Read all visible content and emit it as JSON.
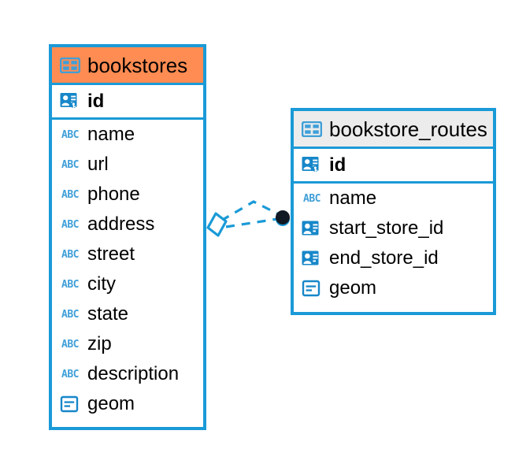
{
  "diagram": {
    "type": "entity-relationship-diagram",
    "background_color": "#ffffff",
    "accent_color": "#1a9ad7",
    "highlight_color": "#ff8c52",
    "header_color": "#ececec",
    "icon_color": "#3f9fd8",
    "abc_label": "ABC"
  },
  "entities": [
    {
      "name": "bookstores",
      "header_style": "highlighted",
      "header_icon": "table-icon",
      "columns": [
        {
          "label": "id",
          "icon": "primary-key-icon",
          "key": "primary"
        },
        {
          "label": "name",
          "icon": "text-abc-icon",
          "key": "none"
        },
        {
          "label": "url",
          "icon": "text-abc-icon",
          "key": "none"
        },
        {
          "label": "phone",
          "icon": "text-abc-icon",
          "key": "none"
        },
        {
          "label": "address",
          "icon": "text-abc-icon",
          "key": "none"
        },
        {
          "label": "street",
          "icon": "text-abc-icon",
          "key": "none"
        },
        {
          "label": "city",
          "icon": "text-abc-icon",
          "key": "none"
        },
        {
          "label": "state",
          "icon": "text-abc-icon",
          "key": "none"
        },
        {
          "label": "zip",
          "icon": "text-abc-icon",
          "key": "none"
        },
        {
          "label": "description",
          "icon": "text-abc-icon",
          "key": "none"
        },
        {
          "label": "geom",
          "icon": "geometry-icon",
          "key": "none"
        }
      ]
    },
    {
      "name": "bookstore_routes",
      "header_style": "default",
      "header_icon": "table-icon",
      "columns": [
        {
          "label": "id",
          "icon": "primary-key-icon",
          "key": "primary"
        },
        {
          "label": "name",
          "icon": "text-abc-icon",
          "key": "none"
        },
        {
          "label": "start_store_id",
          "icon": "foreign-key-icon",
          "key": "foreign"
        },
        {
          "label": "end_store_id",
          "icon": "foreign-key-icon",
          "key": "foreign"
        },
        {
          "label": "geom",
          "icon": "geometry-icon",
          "key": "none"
        }
      ]
    }
  ],
  "relationship": {
    "from_entity": "bookstores",
    "to_entity": "bookstore_routes",
    "line_style": "dashed",
    "source_marker": "diamond-optional-marker",
    "target_marker": "filled-circle-marker",
    "line_color": "#1a9ad7"
  }
}
